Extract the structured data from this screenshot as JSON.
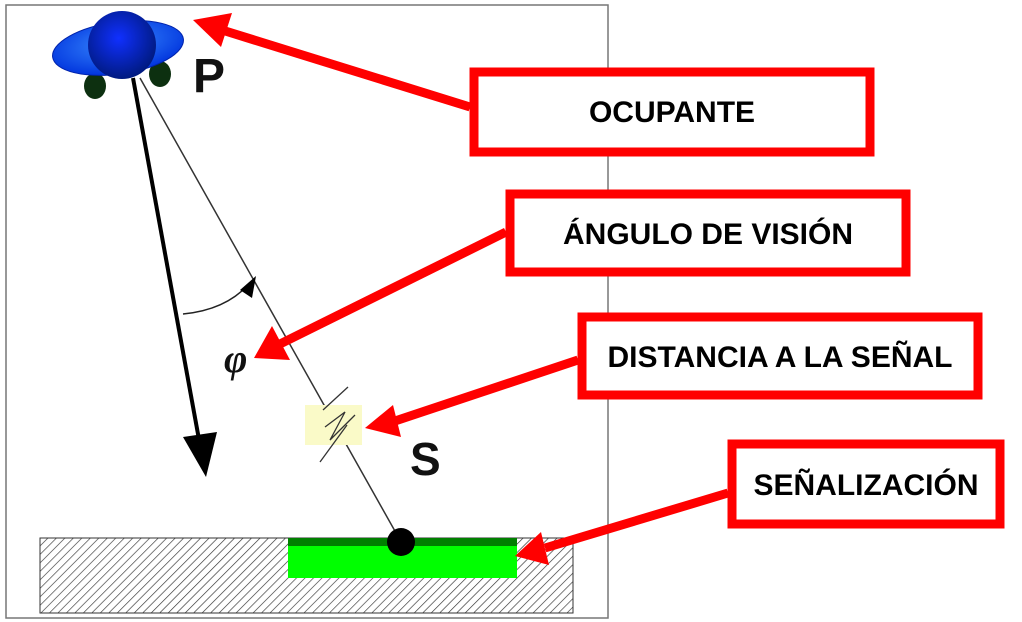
{
  "diagram": {
    "point_labels": {
      "occupant": "P",
      "sign": "S",
      "angle": "φ"
    },
    "callouts": [
      {
        "id": "ocupante",
        "label": "OCUPANTE"
      },
      {
        "id": "angulo",
        "label": "ÁNGULO DE VISIÓN"
      },
      {
        "id": "distancia",
        "label": "DISTANCIA A LA SEÑAL"
      },
      {
        "id": "senalizacion",
        "label": "SEÑALIZACIÓN"
      }
    ],
    "colors": {
      "callout": "#ff0000",
      "sign_fill": "#00ff00",
      "sign_top": "#008000",
      "head": "#0022aa",
      "shoulders": "#1a5cff"
    }
  }
}
